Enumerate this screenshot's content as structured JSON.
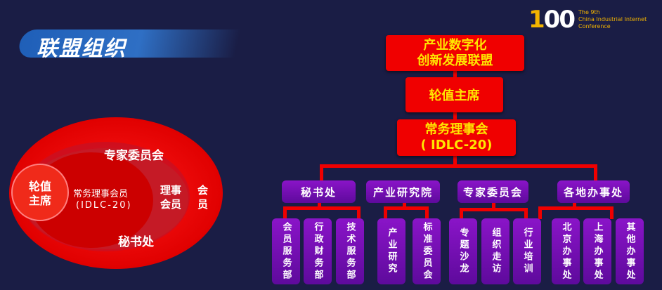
{
  "title": "联盟组织",
  "logo": {
    "number": "100",
    "line1": "The 9th",
    "line2": "China Industrial Internet",
    "line3": "Conference"
  },
  "venn": {
    "outer": "会员",
    "council": "理事会员",
    "experts": "专家委员会",
    "standing": "常务理事会员",
    "standing_code": "(IDLC-20)",
    "chair": "轮值主席",
    "secretariat": "秘书处"
  },
  "org": {
    "top": [
      "产业数字化",
      "创新发展联盟"
    ],
    "chair": "轮值主席",
    "standing": [
      "常务理事会",
      "( IDLC-20)"
    ],
    "departments": [
      {
        "name": "秘书处",
        "children": [
          "会员服务部",
          "行政财务部",
          "技术服务部"
        ]
      },
      {
        "name": "产业研究院",
        "children": [
          "产业研究",
          "标准委员会"
        ]
      },
      {
        "name": "专家委员会",
        "children": [
          "专题沙龙",
          "组织走访",
          "行业培训"
        ]
      },
      {
        "name": "各地办事处",
        "children": [
          "北京办事处",
          "上海办事处",
          "其他办事处"
        ]
      }
    ]
  }
}
